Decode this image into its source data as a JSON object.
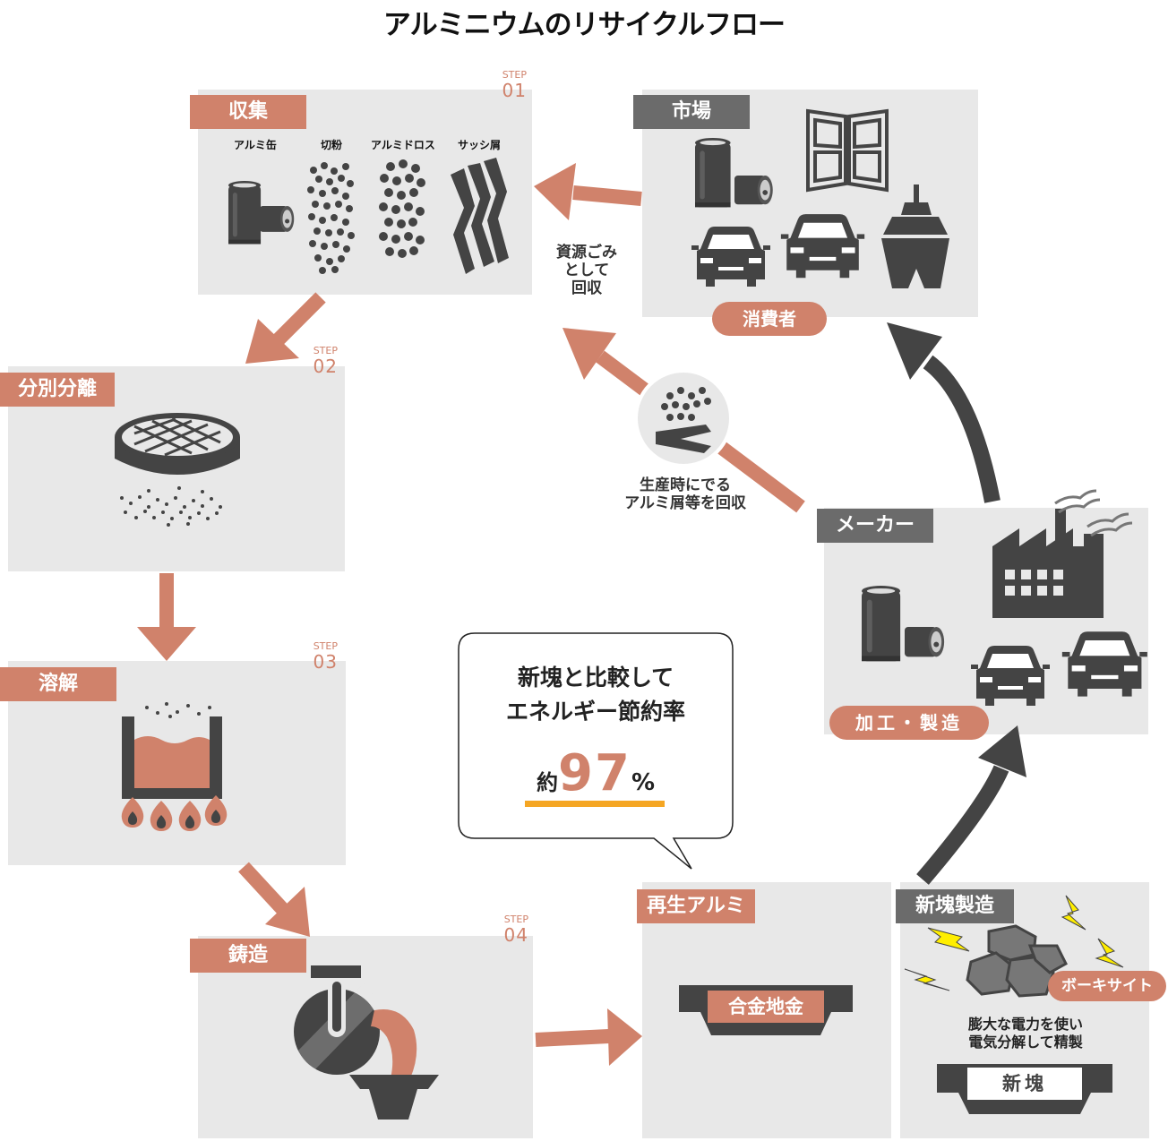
{
  "title": "アルミニウムのリサイクルフロー",
  "steps": [
    {
      "label": "収集",
      "step_word": "STEP",
      "step_num": "01",
      "items": [
        "アルミ缶",
        "切粉",
        "アルミドロス",
        "サッシ屑"
      ]
    },
    {
      "label": "分別分離",
      "step_word": "STEP",
      "step_num": "02"
    },
    {
      "label": "溶解",
      "step_word": "STEP",
      "step_num": "03"
    },
    {
      "label": "鋳造",
      "step_word": "STEP",
      "step_num": "04"
    }
  ],
  "market": {
    "label": "市場",
    "consumer": "消費者"
  },
  "maker": {
    "label": "メーカー",
    "process": "加工・製造"
  },
  "recycled": {
    "label": "再生アルミ",
    "ingot": "合金地金"
  },
  "virgin": {
    "label": "新塊製造",
    "bauxite": "ボーキサイト",
    "desc_line1": "膨大な電力を使い",
    "desc_line2": "電気分解して精製",
    "ingot": "新塊"
  },
  "arrows": {
    "waste_line1": "資源ごみ",
    "waste_line2": "として",
    "waste_line3": "回収",
    "scrap_line1": "生産時にでる",
    "scrap_line2": "アルミ屑等を回収"
  },
  "callout": {
    "line1": "新塊と比較して",
    "line2": "エネルギー節約率",
    "prefix": "約",
    "value": "97",
    "unit": "%"
  },
  "colors": {
    "accent": "#d0826b",
    "dark": "#444444",
    "panel": "#e8e8e8",
    "tag_gray": "#6b6b6b",
    "underline": "#f5a623"
  }
}
